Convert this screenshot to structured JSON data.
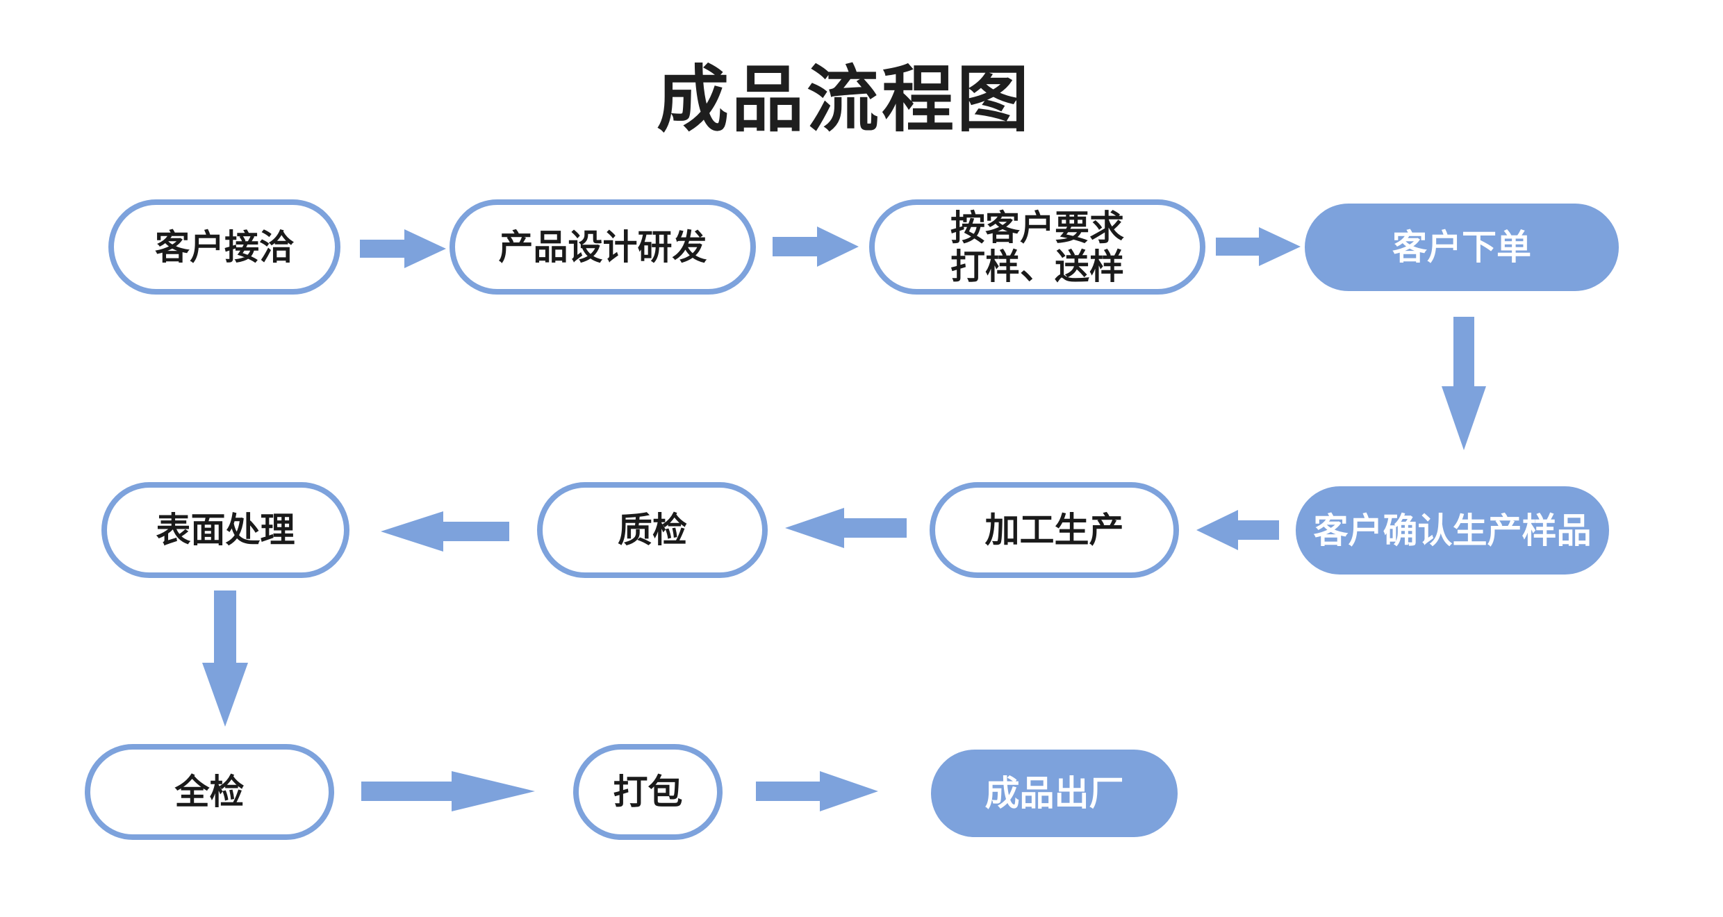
{
  "title": "成品流程图",
  "colors": {
    "accent": "#7da2dc",
    "text": "#1a1a1a",
    "filled_text": "#ffffff"
  },
  "nodes": [
    {
      "id": "n1",
      "label": "客户接洽",
      "filled": false
    },
    {
      "id": "n2",
      "label": "产品设计研发",
      "filled": false
    },
    {
      "id": "n3",
      "label": "按客户要求\n打样、送样",
      "filled": false
    },
    {
      "id": "n4",
      "label": "客户下单",
      "filled": true
    },
    {
      "id": "n5",
      "label": "客户确认生产样品",
      "filled": true
    },
    {
      "id": "n6",
      "label": "加工生产",
      "filled": false
    },
    {
      "id": "n7",
      "label": "质检",
      "filled": false
    },
    {
      "id": "n8",
      "label": "表面处理",
      "filled": false
    },
    {
      "id": "n9",
      "label": "全检",
      "filled": false
    },
    {
      "id": "n10",
      "label": "打包",
      "filled": false
    },
    {
      "id": "n11",
      "label": "成品出厂",
      "filled": true
    }
  ],
  "edges": [
    {
      "from": "n1",
      "to": "n2"
    },
    {
      "from": "n2",
      "to": "n3"
    },
    {
      "from": "n3",
      "to": "n4"
    },
    {
      "from": "n4",
      "to": "n5"
    },
    {
      "from": "n5",
      "to": "n6"
    },
    {
      "from": "n6",
      "to": "n7"
    },
    {
      "from": "n7",
      "to": "n8"
    },
    {
      "from": "n8",
      "to": "n9"
    },
    {
      "from": "n9",
      "to": "n10"
    },
    {
      "from": "n10",
      "to": "n11"
    }
  ]
}
